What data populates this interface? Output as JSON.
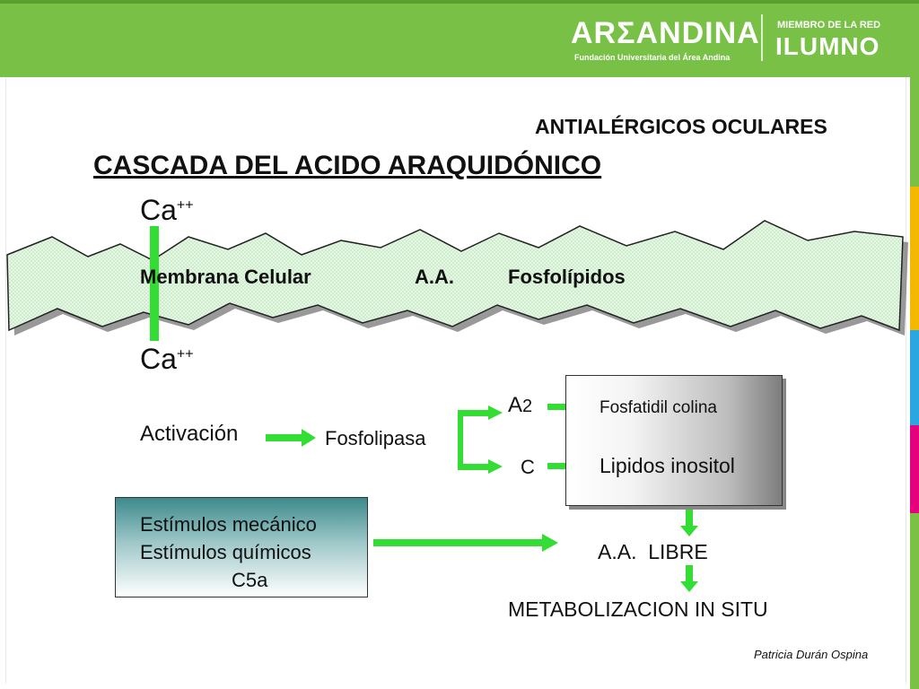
{
  "branding": {
    "logo_text": "ARΣANDINA",
    "logo_subtext": "Fundación Universitaria del Área Andina",
    "network_label": "MIEMBRO DE LA RED",
    "network_name": "ILUMNO"
  },
  "colors": {
    "header_green": "#78c046",
    "arrow_green": "#33dd33",
    "membrane_fill": "#d9f5d9",
    "stimuli_box_top": "#3c8a8c",
    "stripes": [
      "#78c046",
      "#f5b800",
      "#2aa7e0",
      "#e5007e",
      "#7bc143"
    ]
  },
  "slide": {
    "heading": "ANTIALÉRGICOS OCULARES",
    "title": "CASCADA DEL ACIDO ARAQUIDÓNICO",
    "ca_symbol": "Ca",
    "ca_charge": "++",
    "membrane": {
      "label_cell": "Membrana Celular",
      "label_aa": "A.A.",
      "label_phospho": "Fosfolípidos"
    },
    "activation": "Activación",
    "phospholipase": "Fosfolipasa",
    "branch_a": "A",
    "branch_a_sub": "2",
    "branch_c": "C",
    "product_a": "Fosfatidil colina",
    "product_c": "Lipidos inositol",
    "stimuli": [
      "Estímulos mecánico",
      "Estímulos químicos",
      "C5a"
    ],
    "free_aa": "A.A.  LIBRE",
    "metabolization": "METABOLIZACION IN SITU",
    "author": "Patricia Durán Ospina"
  }
}
